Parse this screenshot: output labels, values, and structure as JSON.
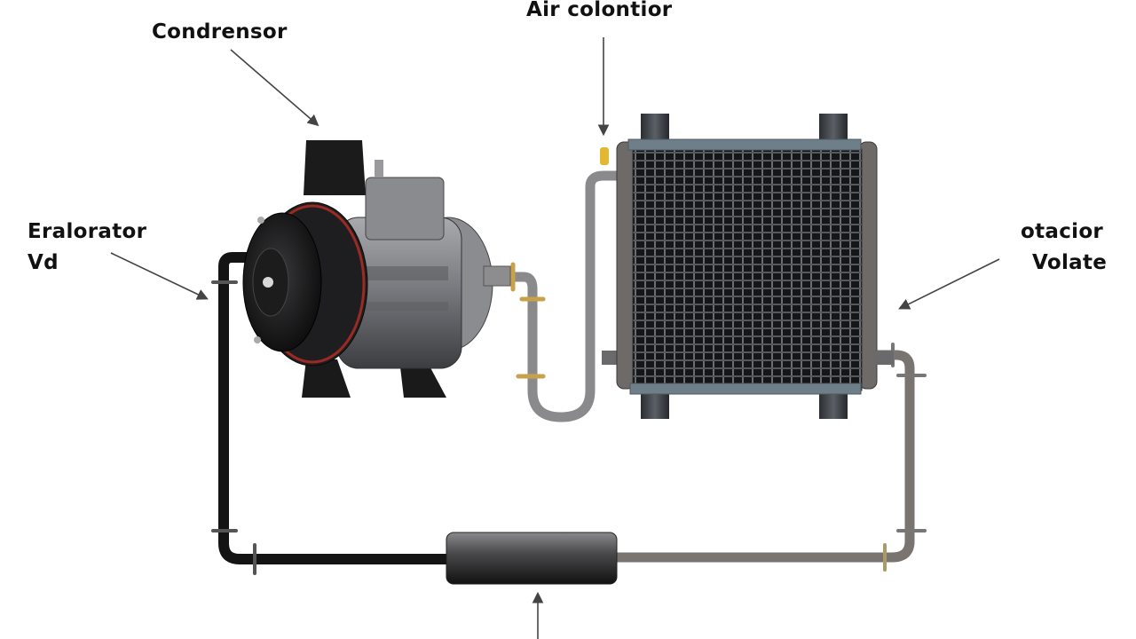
{
  "labels": {
    "top_center": "Air colontior",
    "top_left": "Condrensor",
    "left_line1": "Eralorator",
    "left_line2": "Vd",
    "right_line1": "otacior",
    "right_line2": "Volate"
  },
  "components": [
    {
      "id": "compressor",
      "description": "compressor with pulley clutch"
    },
    {
      "id": "radiator",
      "description": "finned heat exchanger / condenser core"
    },
    {
      "id": "receiver",
      "description": "inline cylindrical receiver-drier"
    }
  ],
  "colors": {
    "background": "#ffffff",
    "pipe_dark": "#151515",
    "pipe_grey": "#7a7470",
    "fitting_gold": "#c8a24a",
    "radiator_frame": "#6b7780",
    "radiator_core": "#1c1c1e",
    "compressor_body": "#7e7f84",
    "clutch_red": "#9a2a22"
  }
}
